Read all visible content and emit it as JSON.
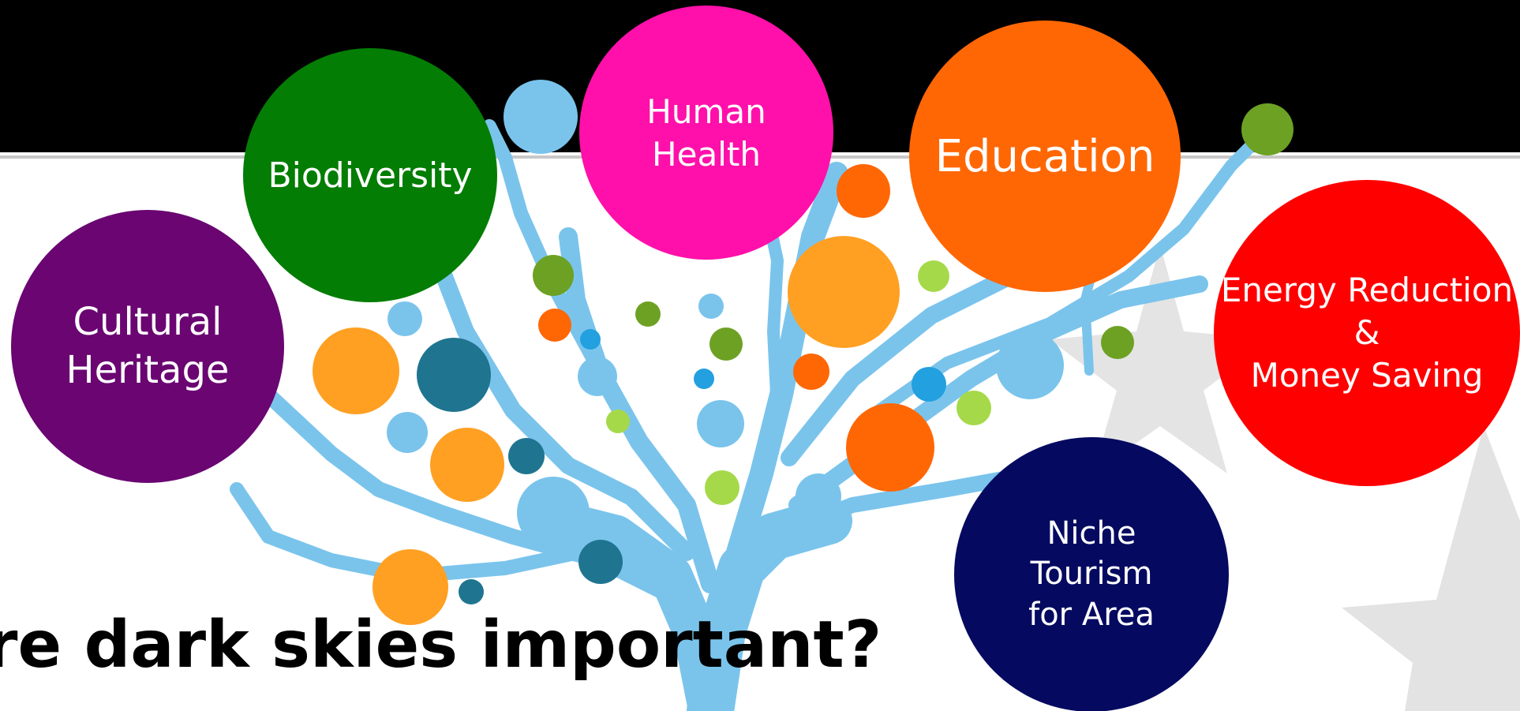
{
  "title": "re dark skies important?",
  "colors": {
    "header_band": "#000000",
    "background": "#ffffff",
    "tree": "#7ac4ec",
    "star": "#e3e3e3"
  },
  "topics": [
    {
      "id": "cultural-heritage",
      "label": "Cultural\nHeritage",
      "color": "#6a0572"
    },
    {
      "id": "biodiversity",
      "label": "Biodiversity",
      "color": "#037d03"
    },
    {
      "id": "human-health",
      "label": "Human\nHealth",
      "color": "#ff10aa"
    },
    {
      "id": "education",
      "label": "Education",
      "color": "#ff6705"
    },
    {
      "id": "energy-reduction",
      "label": "Energy Reduction\n&\nMoney Saving",
      "color": "#ff0000"
    },
    {
      "id": "niche-tourism",
      "label": "Niche\nTourism\nfor Area",
      "color": "#050a60"
    }
  ],
  "icons": [
    "star-icon",
    "star-icon"
  ]
}
